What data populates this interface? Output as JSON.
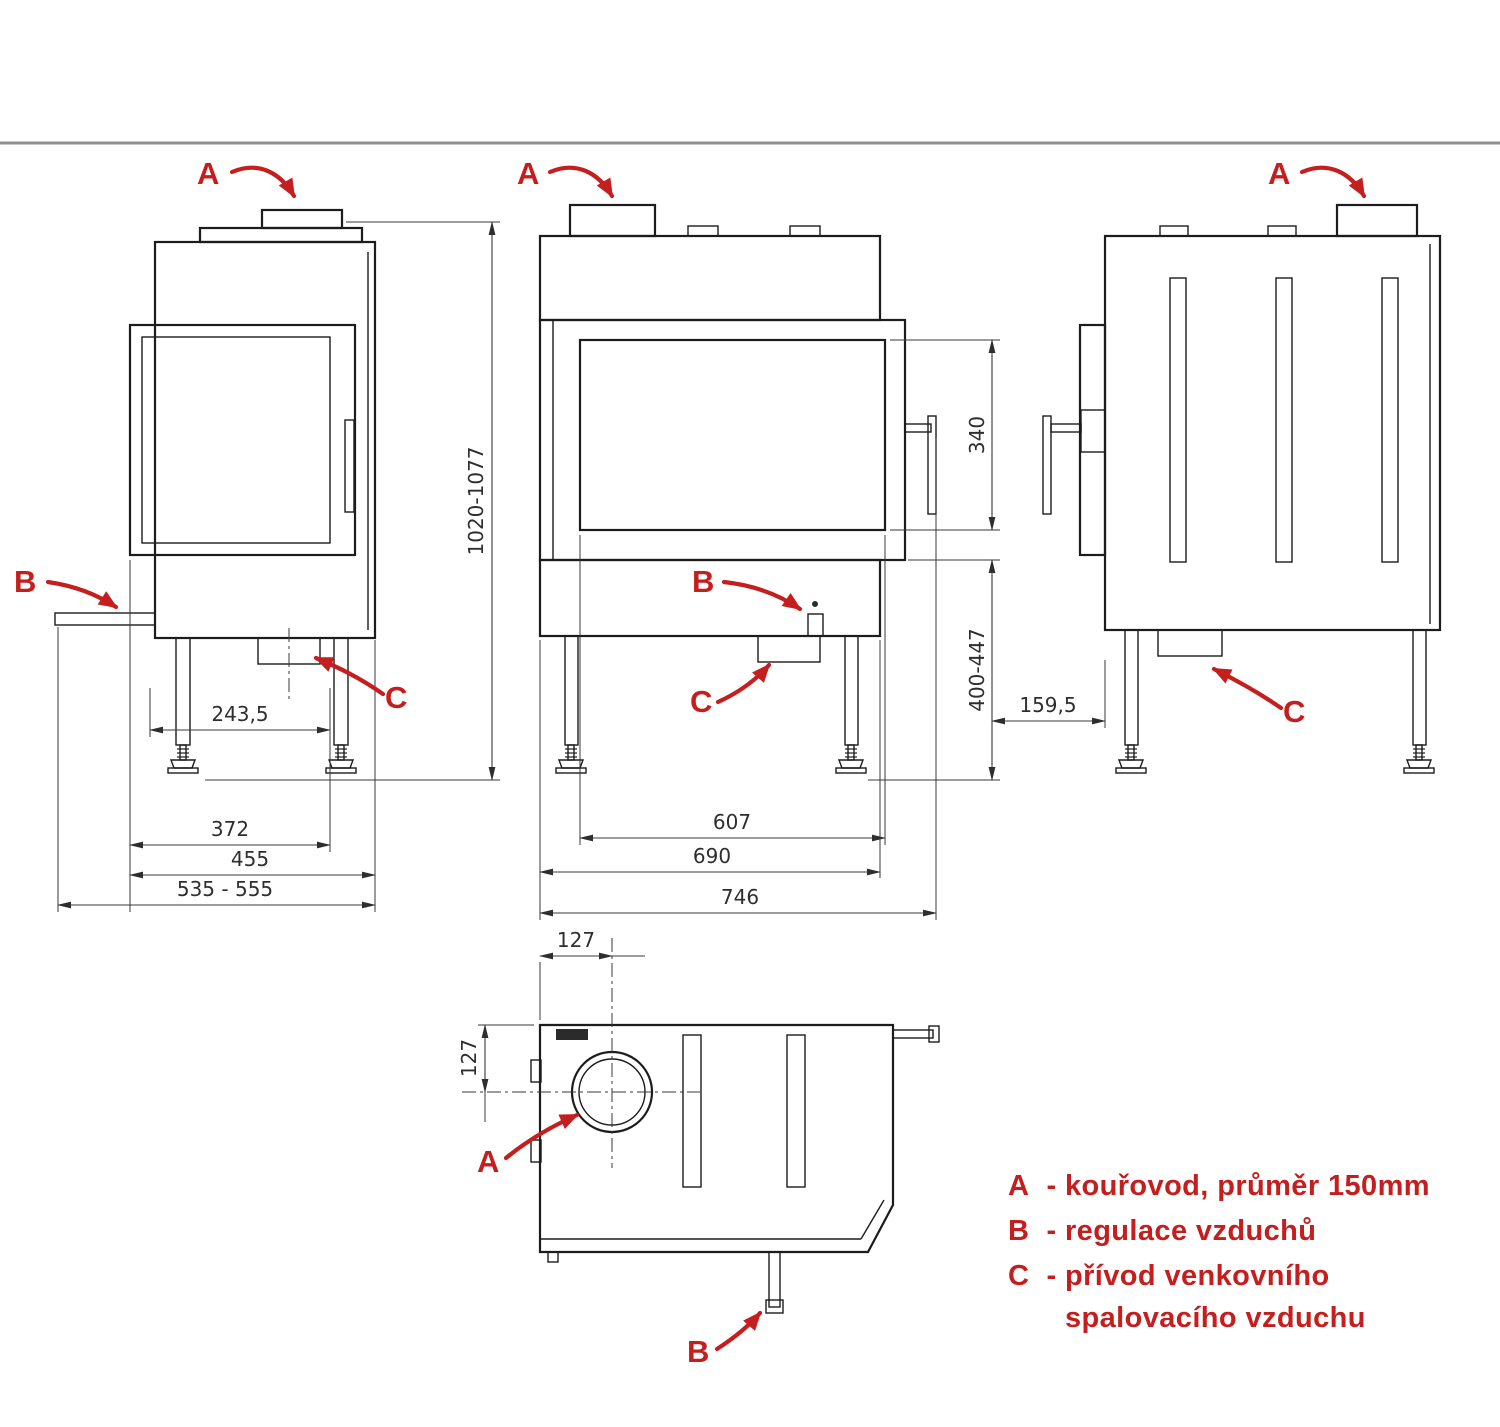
{
  "colors": {
    "annotation_red": "#c41e1e",
    "line_black": "#1c1c1c",
    "dimension_gray": "#3a3a3a",
    "divider_gray": "#8f8f8f"
  },
  "markers": {
    "a": "A",
    "b": "B",
    "c": "C"
  },
  "dimensions": {
    "overall_height": "1020-1077",
    "side_width_inner": "243,5",
    "side_width_door": "372",
    "side_width_body": "455",
    "side_width_total": "535 - 555",
    "front_glass_width": "607",
    "front_body_width": "690",
    "front_total_width": "746",
    "glass_height": "340",
    "base_leg_height": "400-447",
    "rear_offset": "159,5",
    "top_flue_offset_x": "127",
    "top_flue_offset_y": "127"
  },
  "legend": {
    "items": [
      {
        "letter": "A",
        "text": "- kouřovod, průměr 150mm"
      },
      {
        "letter": "B",
        "text": "- regulace vzduchů"
      },
      {
        "letter": "C",
        "text": "- přívod venkovního"
      },
      {
        "letter": "",
        "text": "spalovacího vzduchu"
      }
    ]
  }
}
